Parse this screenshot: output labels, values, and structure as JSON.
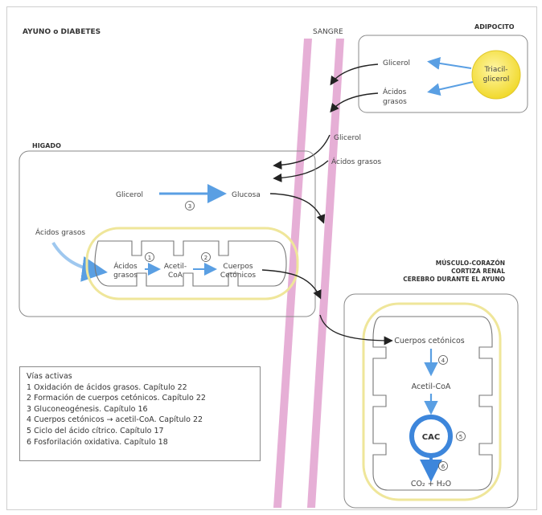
{
  "title": "AYUNO o DIABETES",
  "blood_label": "SANGRE",
  "adipocito": {
    "title": "ADIPOCITO",
    "triacylglycerol": [
      "Triacil-",
      "glicerol"
    ],
    "glicerol": "Glicerol",
    "acidos_grasos": [
      "Ácidos",
      "grasos"
    ]
  },
  "blood": {
    "glicerol": "Glicerol",
    "acidos_grasos": "Ácidos grasos"
  },
  "higado": {
    "title": "HIGADO",
    "glicerol": "Glicerol",
    "glucosa": "Glucosa",
    "acidos_grasos": "Ácidos grasos",
    "mito_acidos": [
      "Ácidos",
      "grasos"
    ],
    "acetil_coa": [
      "Acetil-",
      "CoA"
    ],
    "cuerpos": [
      "Cuerpos",
      "Cetónicos"
    ],
    "step_3": "3",
    "step_1": "1",
    "step_2": "2"
  },
  "musculo": {
    "title_lines": [
      "MÚSCULO-CORAZÓN",
      "CORTIZA RENAL",
      "CEREBRO DURANTE EL AYUNO"
    ],
    "cuerpos": "Cuerpos cetónicos",
    "step_4": "4",
    "acetil_coa": "Acetil-CoA",
    "cac": "CAC",
    "step_5": "5",
    "step_6": "6",
    "products": "CO₂ + H₂O"
  },
  "legend": {
    "title": "Vías activas",
    "items": [
      "1  Oxidación de ácidos grasos. Capítulo 22",
      "2  Formación de cuerpos cetónicos. Capítulo 22",
      "3  Gluconeogénesis. Capítulo 16",
      "4  Cuerpos cetónicos → acetil-CoA. Capítulo 22",
      "5  Ciclo del ácido cítrico. Capítulo 17",
      "6  Fosforilación oxidativa. Capítulo 18"
    ]
  },
  "colors": {
    "blood_vessel": "#e3a6d2",
    "membrane_yellow": "#efe69a",
    "blue_arrow": "#5a9fe3",
    "black_arrow": "#222222",
    "droplet": "#f7e44a"
  }
}
